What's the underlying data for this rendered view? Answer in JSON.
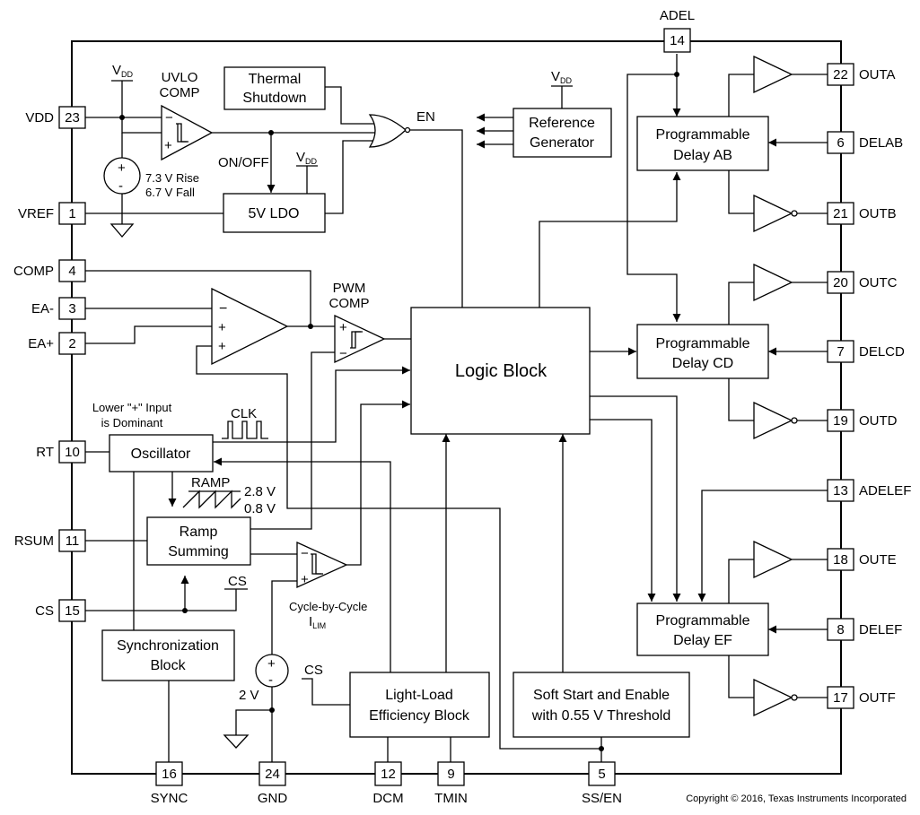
{
  "blocks": {
    "thermal": [
      "Thermal",
      "Shutdown"
    ],
    "refgen": [
      "Reference",
      "Generator"
    ],
    "ldo": "5V LDO",
    "logic": "Logic Block",
    "osc": "Oscillator",
    "ramp": [
      "Ramp",
      "Summing"
    ],
    "sync": [
      "Synchronization",
      "Block"
    ],
    "llb": [
      "Light-Load",
      "Efficiency Block"
    ],
    "ss": [
      "Soft Start and Enable",
      "with 0.55 V Threshold"
    ],
    "dab": [
      "Programmable",
      "Delay AB"
    ],
    "dcd": [
      "Programmable",
      "Delay CD"
    ],
    "def": [
      "Programmable",
      "Delay EF"
    ]
  },
  "labels": {
    "vdd_main": "V",
    "vdd_sub": "DD",
    "uvlo": [
      "UVLO",
      "COMP"
    ],
    "en": "EN",
    "onoff": "ON/OFF",
    "rise": "7.3 V Rise",
    "fall": "6.7 V Fall",
    "pwm": [
      "PWM",
      "COMP"
    ],
    "lower_plus": [
      "Lower \"+\" Input",
      "is Dominant"
    ],
    "clk": "CLK",
    "ramp_lbl": "RAMP",
    "v28": "2.8 V",
    "v08": "0.8 V",
    "cs": "CS",
    "cbc": "Cycle-by-Cycle",
    "ilim_main": "I",
    "ilim_sub": "LIM",
    "v2": "2 V",
    "copyright": "Copyright © 2016, Texas Instruments Incorporated"
  },
  "pins": {
    "vdd": {
      "num": "23",
      "name": "VDD"
    },
    "vref": {
      "num": "1",
      "name": "VREF"
    },
    "comp": {
      "num": "4",
      "name": "COMP"
    },
    "eam": {
      "num": "3",
      "name": "EA-"
    },
    "eap": {
      "num": "2",
      "name": "EA+"
    },
    "rt": {
      "num": "10",
      "name": "RT"
    },
    "rsum": {
      "num": "11",
      "name": "RSUM"
    },
    "cs": {
      "num": "15",
      "name": "CS"
    },
    "sync": {
      "num": "16",
      "name": "SYNC"
    },
    "gnd": {
      "num": "24",
      "name": "GND"
    },
    "dcm": {
      "num": "12",
      "name": "DCM"
    },
    "tmin": {
      "num": "9",
      "name": "TMIN"
    },
    "ssen": {
      "num": "5",
      "name": "SS/EN"
    },
    "adel": {
      "num": "14",
      "name": "ADEL"
    },
    "outa": {
      "num": "22",
      "name": "OUTA"
    },
    "delab": {
      "num": "6",
      "name": "DELAB"
    },
    "outb": {
      "num": "21",
      "name": "OUTB"
    },
    "outc": {
      "num": "20",
      "name": "OUTC"
    },
    "delcd": {
      "num": "7",
      "name": "DELCD"
    },
    "outd": {
      "num": "19",
      "name": "OUTD"
    },
    "adelef": {
      "num": "13",
      "name": "ADELEF"
    },
    "oute": {
      "num": "18",
      "name": "OUTE"
    },
    "delef": {
      "num": "8",
      "name": "DELEF"
    },
    "outf": {
      "num": "17",
      "name": "OUTF"
    }
  }
}
